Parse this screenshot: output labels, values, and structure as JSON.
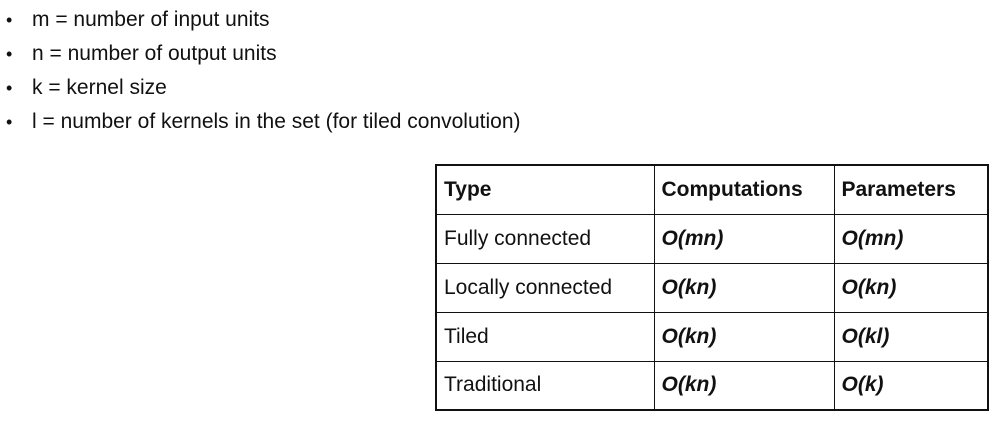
{
  "definitions": [
    {
      "bullet": "•",
      "text": "m = number of input units"
    },
    {
      "bullet": "•",
      "text": "n = number of output units"
    },
    {
      "bullet": "•",
      "text": "k = kernel size"
    },
    {
      "bullet": "•",
      "text": "l = number of kernels in the set (for tiled convolution)"
    }
  ],
  "table": {
    "headers": [
      "Type",
      "Computations",
      "Parameters"
    ],
    "rows": [
      [
        "Fully connected",
        "O(mn)",
        "O(mn)"
      ],
      [
        "Locally connected",
        "O(kn)",
        "O(kn)"
      ],
      [
        "Tiled",
        "O(kn)",
        "O(kl)"
      ],
      [
        "Traditional",
        "O(kn)",
        "O(k)"
      ]
    ]
  }
}
